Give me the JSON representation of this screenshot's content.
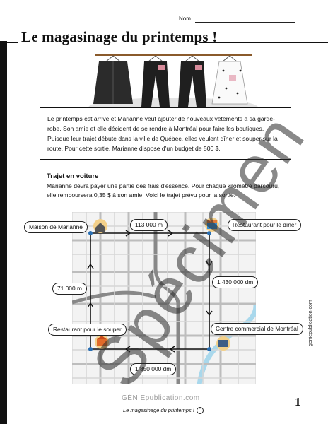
{
  "header": {
    "nom_label": "Nom"
  },
  "title": "Le magasinage du printemps !",
  "intro": "Le printemps est arrivé et Marianne veut ajouter de nouveaux vêtements à sa garde-robe.  Son amie et elle décident de se rendre à Montréal pour faire les boutiques.  Puisque leur trajet débute dans la ville de Québec, elles veulent dîner et souper sur la route.  Pour cette sortie, Marianne dispose d'un budget de 500 $.",
  "section": {
    "title": "Trajet en voiture",
    "text": "Marianne devra payer une partie des frais d'essence.  Pour chaque kilomètre parcouru, elle remboursera 0,35 $ à son amie.  Voici le trajet prévu pour la sortie."
  },
  "map": {
    "locations": {
      "home": "Maison de Marianne",
      "lunch": "Restaurant pour le dîner",
      "supper": "Restaurant pour le souper",
      "mall": "Centre commercial de Montréal"
    },
    "distances": {
      "top": "113 000 m",
      "right": "1 430 000 dm",
      "bottom": "1 850 000 dm",
      "left": "71 000 m"
    },
    "route_color": "#111111",
    "road_color": "#bdbdbd",
    "water_color": "#a9d8ec"
  },
  "footer": {
    "brand": "GÉNIEpublication.com",
    "caption": "Le magasinage du printemps !",
    "copyright_symbol": "C",
    "side_url": "geniepublication.com",
    "page_number": "1"
  },
  "watermark": "Spécimen"
}
